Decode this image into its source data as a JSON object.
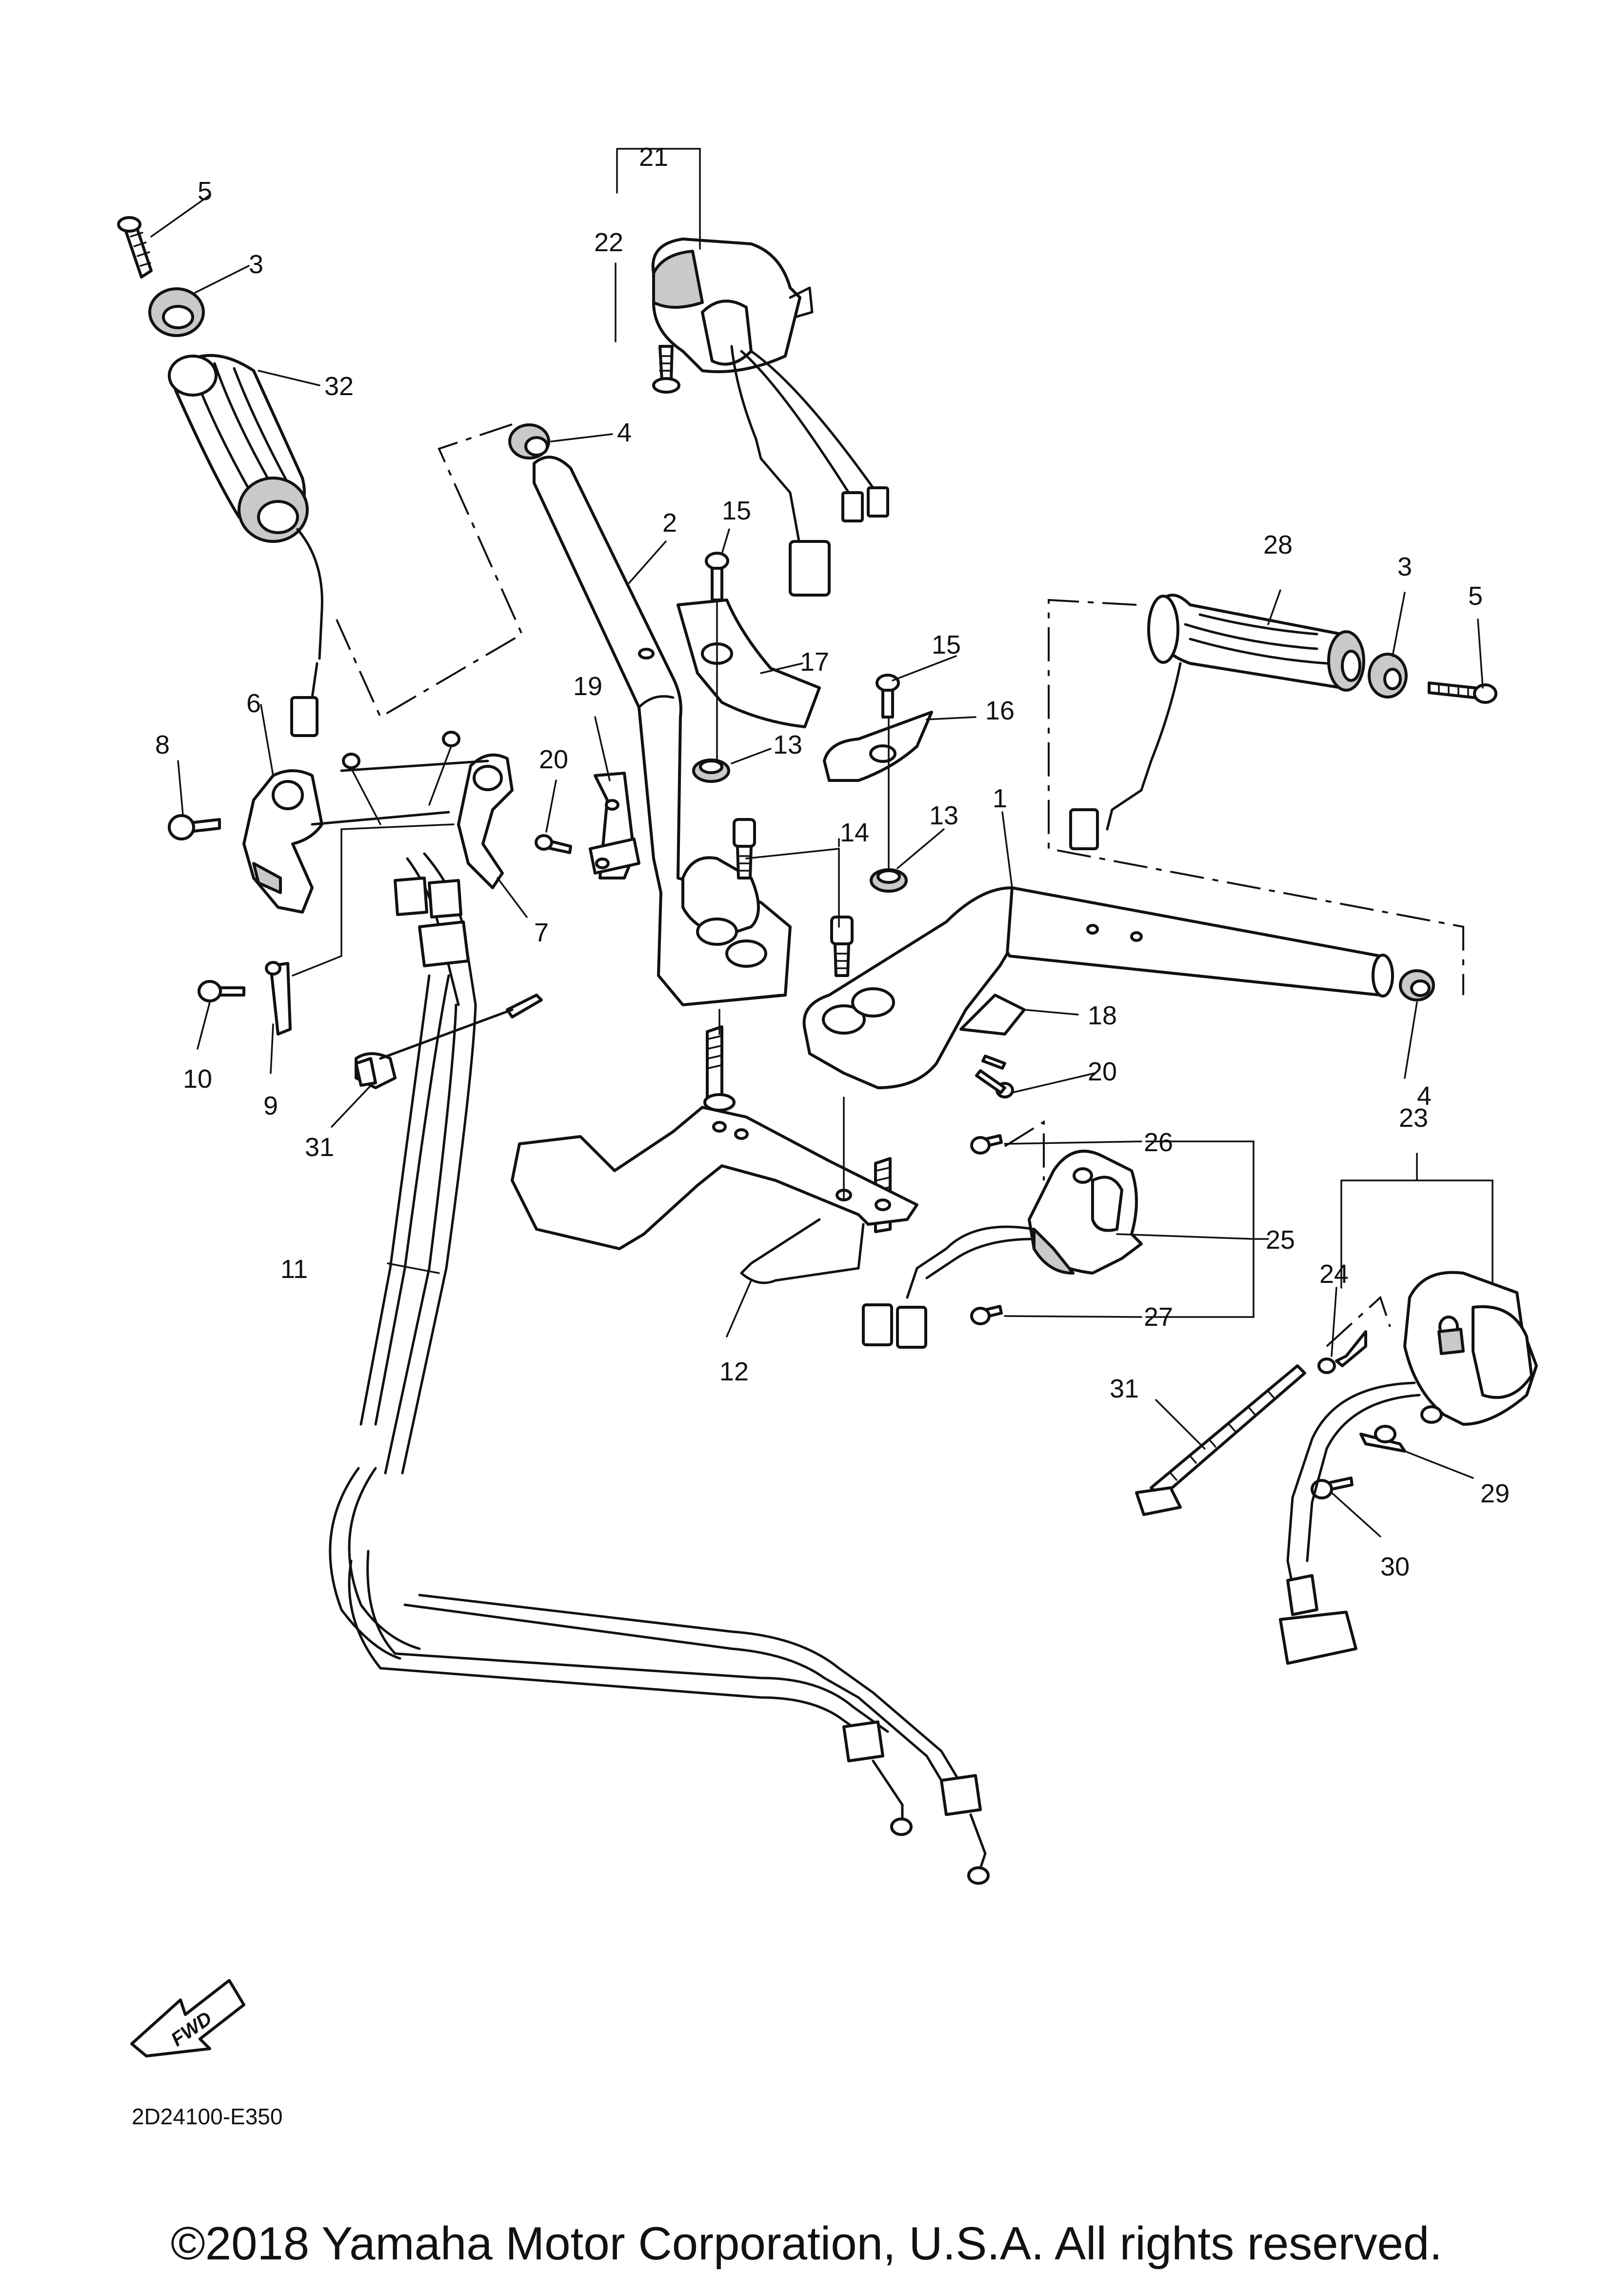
{
  "callouts": {
    "c1": "1",
    "c2": "2",
    "c3a": "3",
    "c3b": "3",
    "c4a": "4",
    "c4b": "4",
    "c5a": "5",
    "c5b": "5",
    "c6": "6",
    "c7": "7",
    "c8": "8",
    "c9": "9",
    "c10": "10",
    "c11": "11",
    "c12": "12",
    "c13a": "13",
    "c13b": "13",
    "c14": "14",
    "c15a": "15",
    "c15b": "15",
    "c16": "16",
    "c17": "17",
    "c18": "18",
    "c19": "19",
    "c20a": "20",
    "c20b": "20",
    "c21": "21",
    "c22": "22",
    "c23": "23",
    "c24": "24",
    "c25": "25",
    "c26": "26",
    "c27": "27",
    "c28": "28",
    "c29": "29",
    "c30": "30",
    "c31a": "31",
    "c31b": "31",
    "c32": "32"
  },
  "fwd_label": "FWD",
  "part_number": "2D24100-E350",
  "copyright": "©2018 Yamaha Motor Corporation, U.S.A. All rights reserved."
}
